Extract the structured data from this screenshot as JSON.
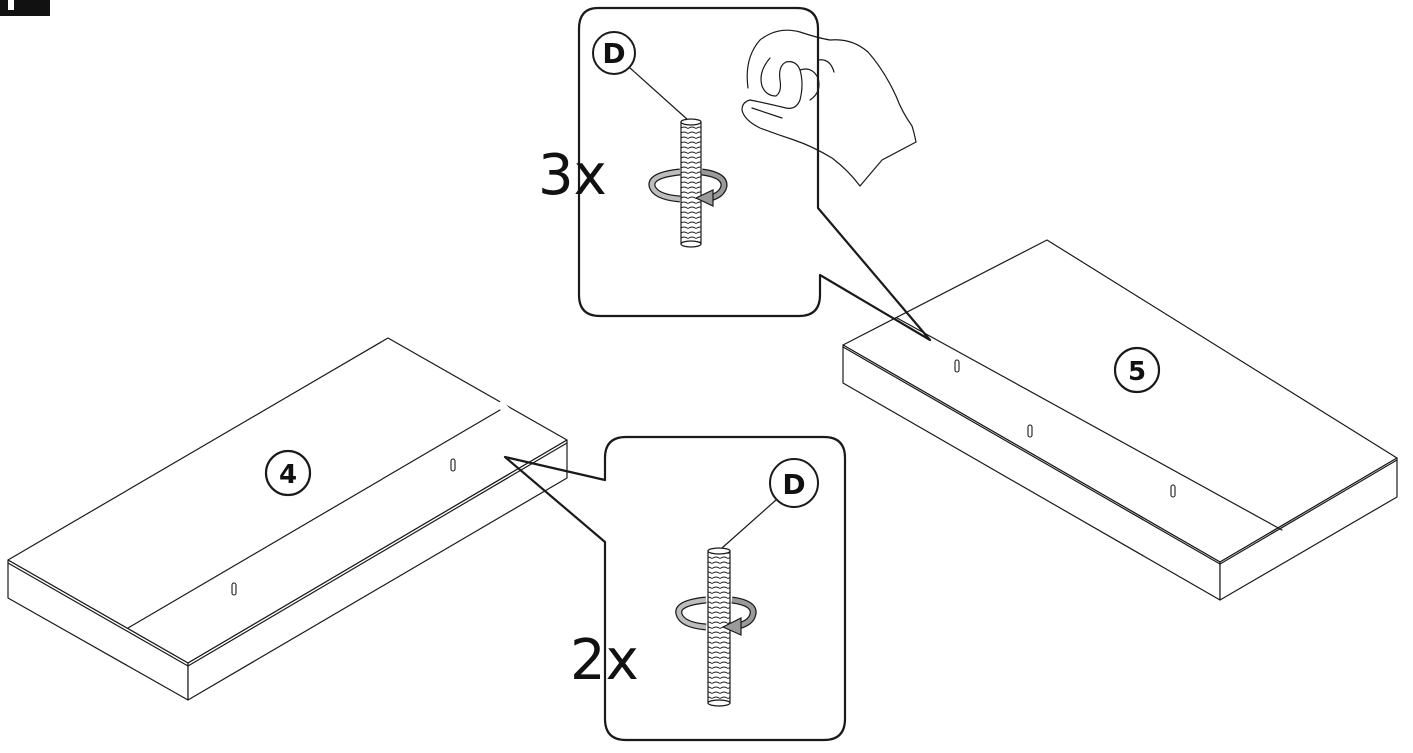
{
  "step_marker": {
    "label": ""
  },
  "panels": [
    {
      "id": "panel-5",
      "step_number": "5",
      "callout": {
        "quantity": "3x",
        "part_letter": "D",
        "shows_hand": true,
        "action": "rotate-clockwise"
      },
      "holes": 3
    },
    {
      "id": "panel-4",
      "step_number": "4",
      "callout": {
        "quantity": "2x",
        "part_letter": "D",
        "shows_hand": false,
        "action": "rotate-clockwise"
      },
      "holes": 2
    }
  ],
  "colors": {
    "line": "#1a1a1a",
    "arrow_fill": "#9a9a9a",
    "background": "#ffffff"
  }
}
